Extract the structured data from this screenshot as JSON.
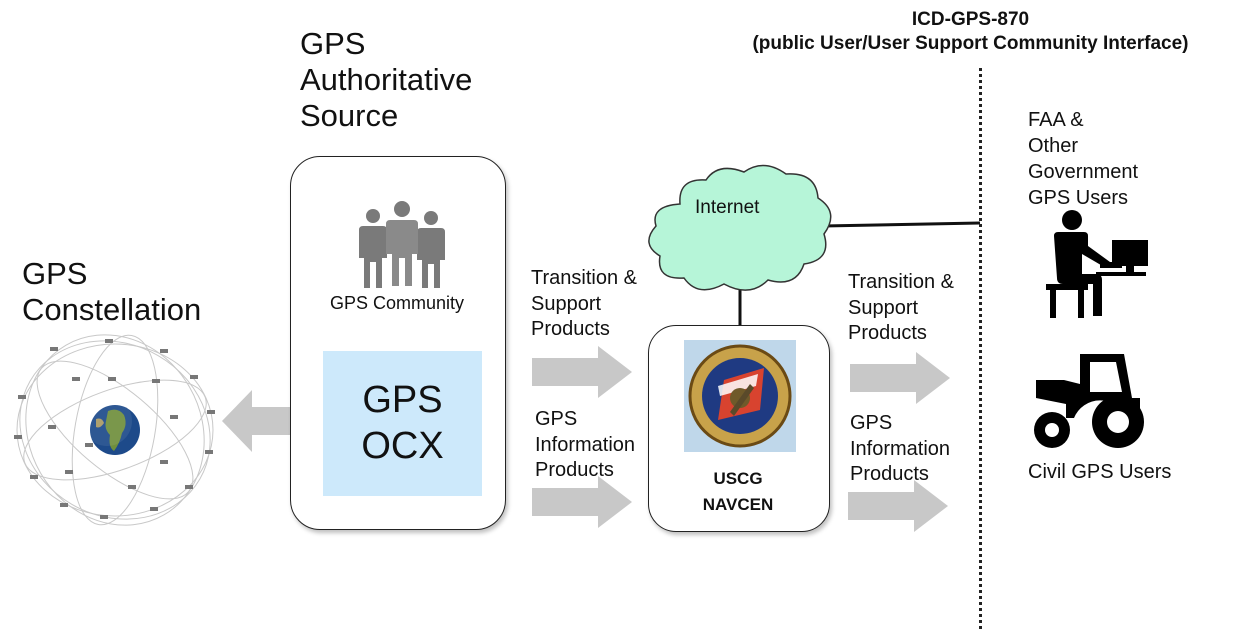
{
  "header": {
    "title_line1": "ICD-GPS-870",
    "title_line2": "(public User/User Support Community Interface)"
  },
  "constellation": {
    "label_line1": "GPS",
    "label_line2": "Constellation"
  },
  "authoritative_source": {
    "label_line1": "GPS",
    "label_line2": "Authoritative",
    "label_line3": "Source",
    "community_label": "GPS Community",
    "ocx_line1": "GPS",
    "ocx_line2": "OCX"
  },
  "flows_left": {
    "upper_line1": "Transition &",
    "upper_line2": "Support",
    "upper_line3": "Products",
    "lower_line1": "GPS",
    "lower_line2": "Information",
    "lower_line3": "Products"
  },
  "internet": {
    "label": "Internet"
  },
  "navcen": {
    "line1": "USCG",
    "line2": "NAVCEN"
  },
  "flows_right": {
    "upper_line1": "Transition &",
    "upper_line2": "Support",
    "upper_line3": "Products",
    "lower_line1": "GPS",
    "lower_line2": "Information",
    "lower_line3": "Products"
  },
  "users": {
    "faa_line1": "FAA &",
    "faa_line2": "Other",
    "faa_line3": "Government",
    "faa_line4": "GPS Users",
    "civil_label": "Civil GPS Users"
  },
  "icons": {
    "community": "people-icon",
    "government_user": "computer-user-icon",
    "civil_user": "tractor-icon",
    "navcen_seal": "uscg-seal-icon",
    "earth": "earth-icon"
  },
  "colors": {
    "ocx_fill": "#cde9fb",
    "cloud_fill": "#b6f5d8",
    "arrow_fill": "#c8c8c8",
    "person_gray": "#7a7a7a"
  }
}
